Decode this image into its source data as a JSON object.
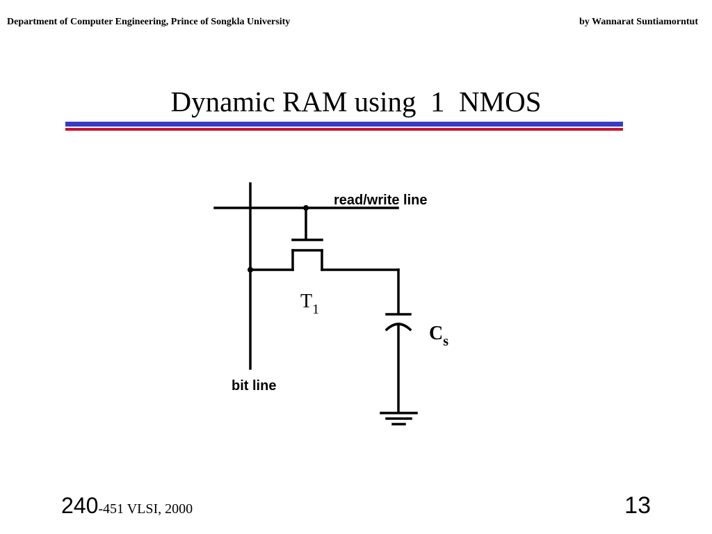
{
  "header": {
    "department": "Department of Computer Engineering, Prince of Songkla University",
    "author": "by Wannarat Suntiamorntut"
  },
  "slide": {
    "title": "Dynamic RAM using  1  NMOS",
    "colors": {
      "rule_blue": "#3a3ac8",
      "rule_red": "#c8102e"
    }
  },
  "circuit": {
    "rw_line_label": "read/write line",
    "bit_line_label": "bit line",
    "transistor": {
      "main": "T",
      "sub": "1"
    },
    "capacitor": {
      "main": "C",
      "sub": "s"
    }
  },
  "footer": {
    "course_main": "240",
    "course_rest": "-451  VLSI, 2000",
    "page": "13"
  }
}
